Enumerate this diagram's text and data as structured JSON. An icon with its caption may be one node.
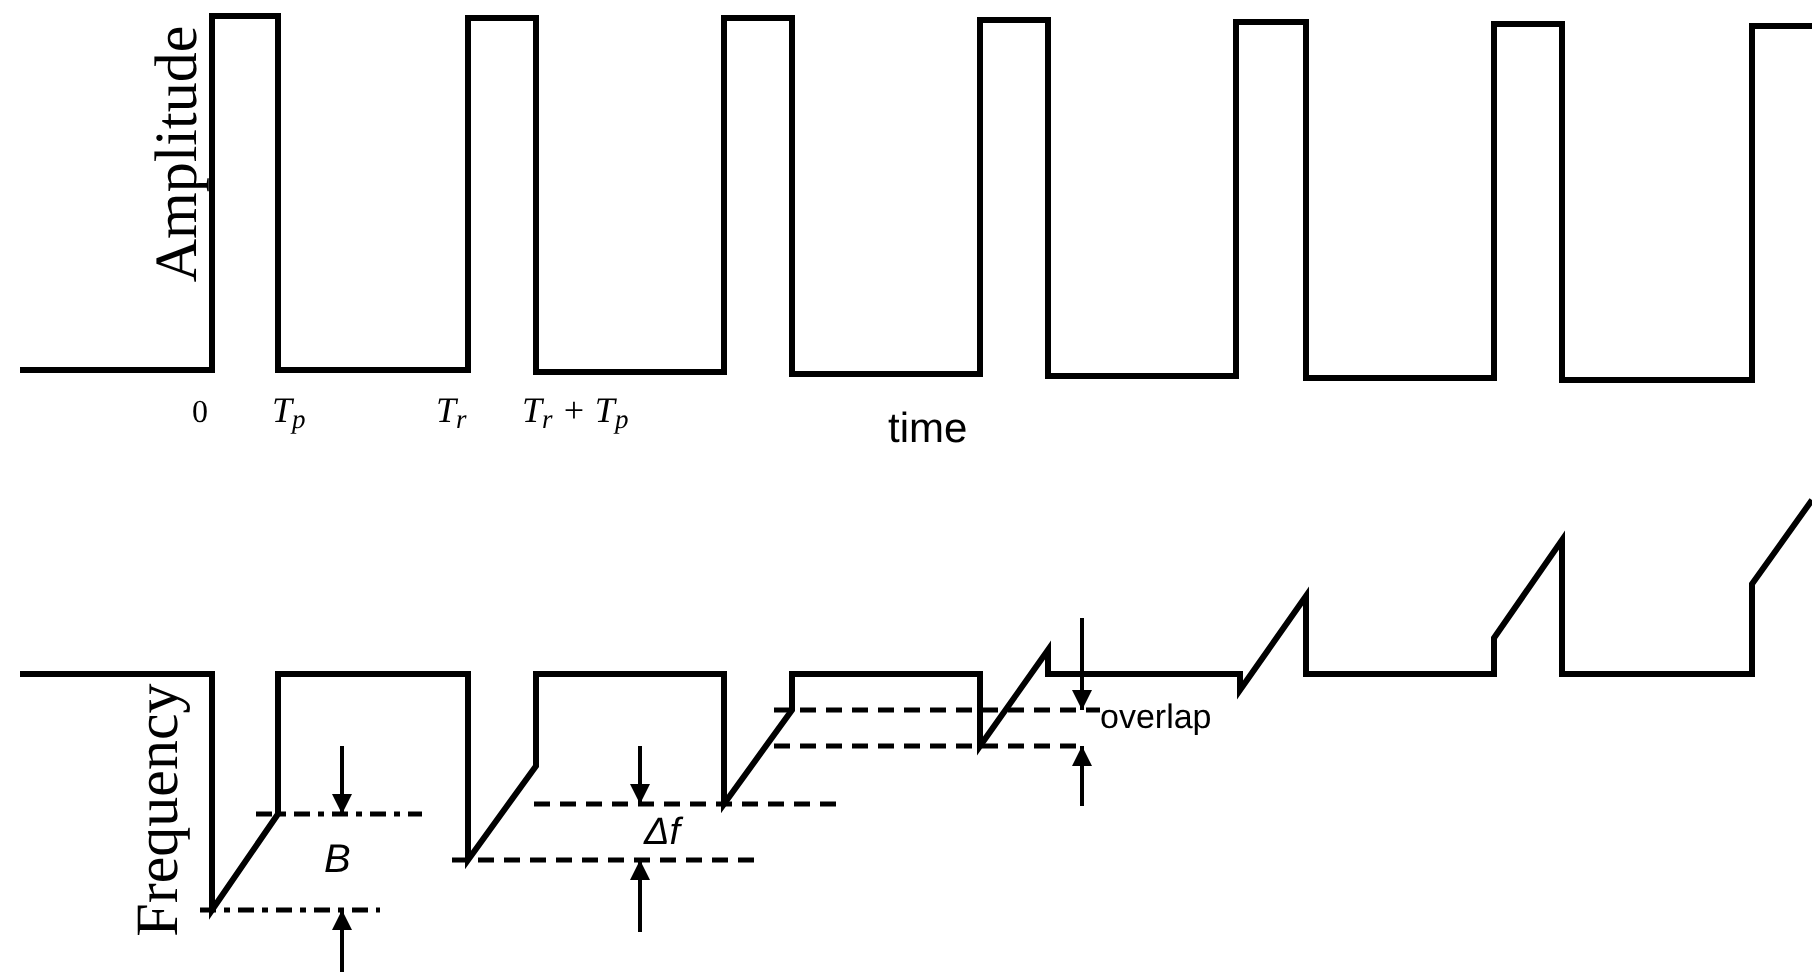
{
  "diagram": {
    "labels": [
      "Amplitude",
      "0",
      "T$_{p}$",
      "T$_{r}$",
      "T$_{r}$ + T$_{p}$",
      "time",
      "Frequency",
      "B",
      "Δf",
      "overlap"
    ]
  }
}
